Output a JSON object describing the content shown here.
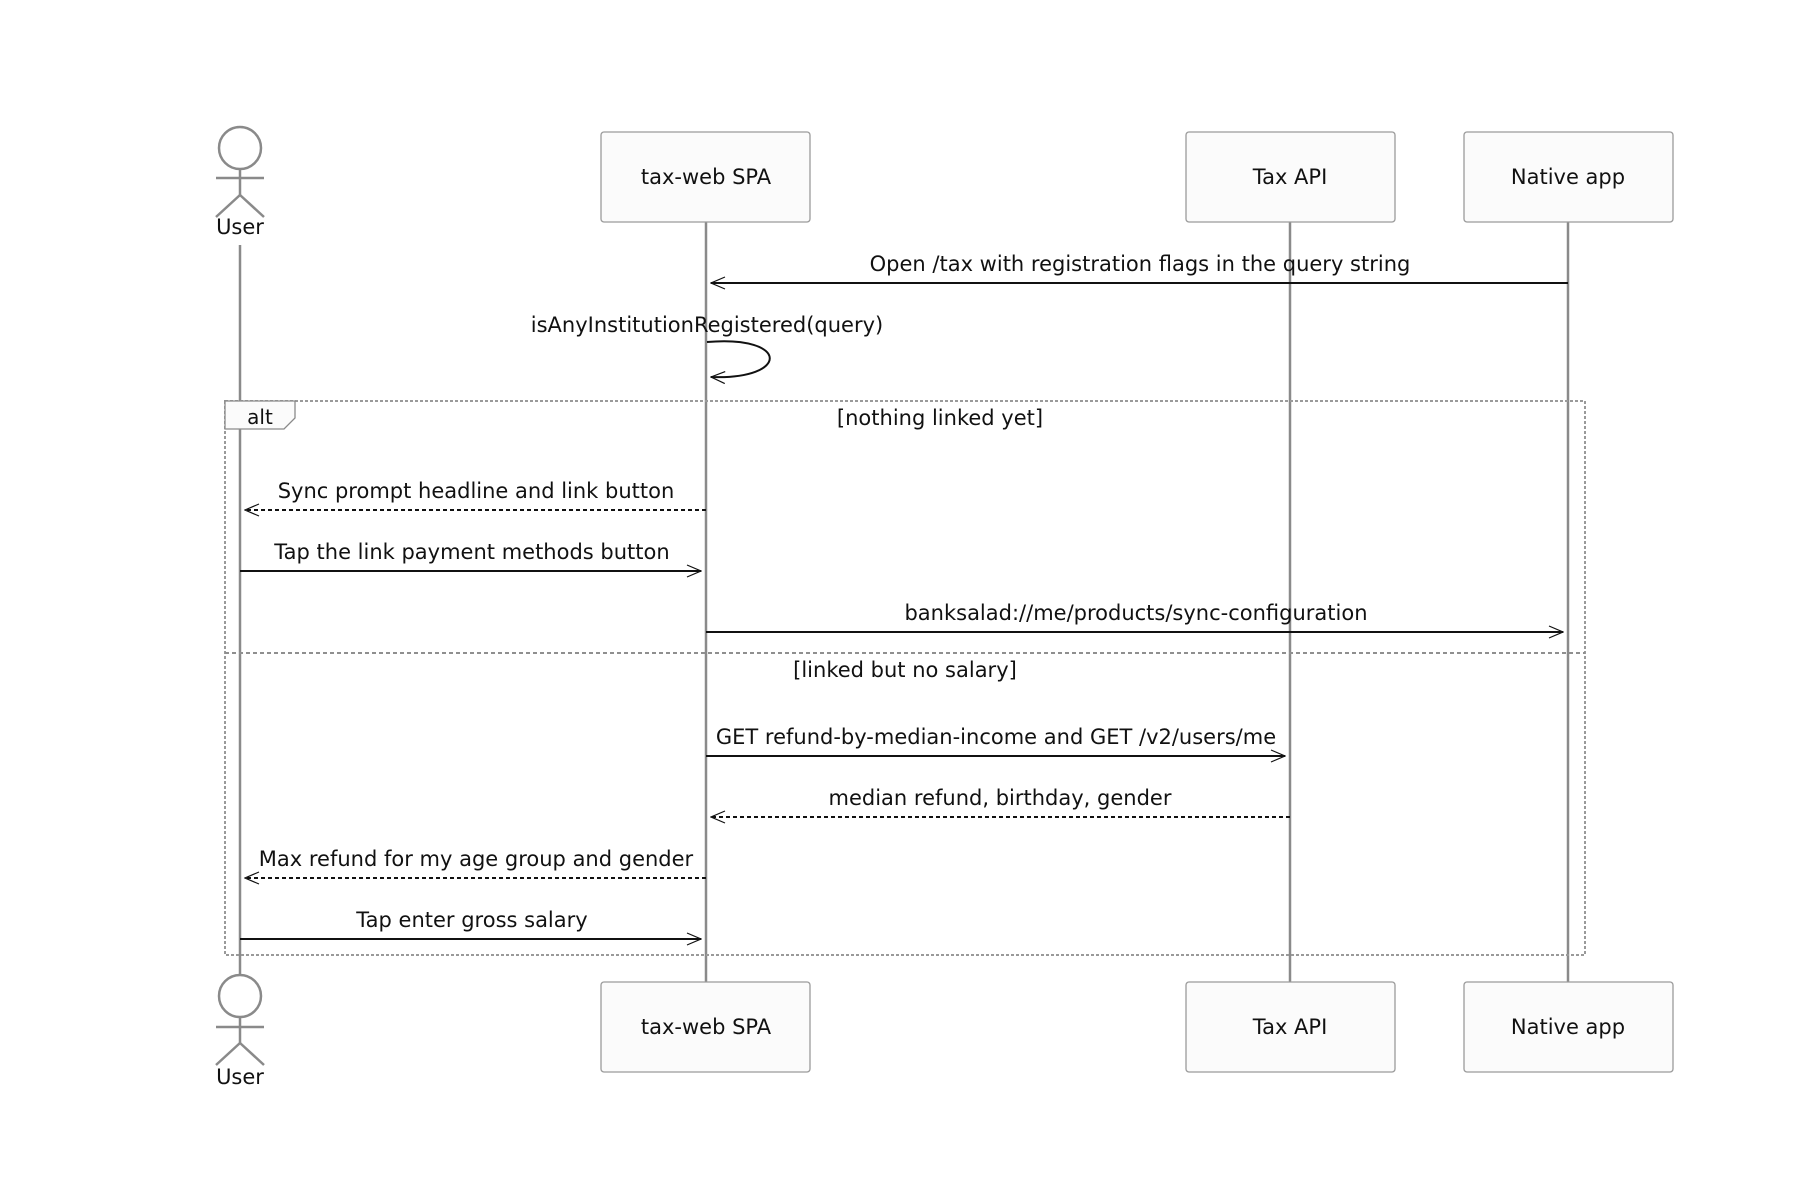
{
  "diagram": {
    "type": "sequence",
    "participants": [
      {
        "id": "user",
        "label": "User",
        "kind": "actor"
      },
      {
        "id": "spa",
        "label": "tax-web SPA",
        "kind": "box"
      },
      {
        "id": "api",
        "label": "Tax API",
        "kind": "box"
      },
      {
        "id": "native",
        "label": "Native app",
        "kind": "box"
      }
    ],
    "messages": [
      {
        "id": "open-tax",
        "from": "native",
        "to": "spa",
        "label": "Open /tax with registration flags in the query string",
        "style": "solid"
      },
      {
        "id": "self-check",
        "from": "spa",
        "to": "spa",
        "label": "isAnyInstitutionRegistered(query)",
        "style": "solid"
      },
      {
        "id": "sync-prompt",
        "from": "spa",
        "to": "user",
        "label": "Sync prompt headline and link button",
        "style": "dashed"
      },
      {
        "id": "tap-link",
        "from": "user",
        "to": "spa",
        "label": "Tap the link payment methods button",
        "style": "solid"
      },
      {
        "id": "deeplink",
        "from": "spa",
        "to": "native",
        "label": "banksalad://me/products/sync-configuration",
        "style": "solid"
      },
      {
        "id": "get-refund",
        "from": "spa",
        "to": "api",
        "label": "GET refund-by-median-income and GET /v2/users/me",
        "style": "solid"
      },
      {
        "id": "refund-resp",
        "from": "api",
        "to": "spa",
        "label": "median refund, birthday, gender",
        "style": "dashed"
      },
      {
        "id": "max-refund",
        "from": "spa",
        "to": "user",
        "label": "Max refund for my age group and gender",
        "style": "dashed"
      },
      {
        "id": "tap-salary",
        "from": "user",
        "to": "spa",
        "label": "Tap enter gross salary",
        "style": "solid"
      }
    ],
    "fragment": {
      "label": "alt",
      "sections": [
        {
          "condition": "[nothing linked yet]"
        },
        {
          "condition": "[linked but no salary]"
        }
      ]
    },
    "colors": {
      "lifeline": "#8a8a8a",
      "box_fill": "#fbfbfb",
      "box_border": "#9b9b9b",
      "text": "#111111"
    }
  }
}
